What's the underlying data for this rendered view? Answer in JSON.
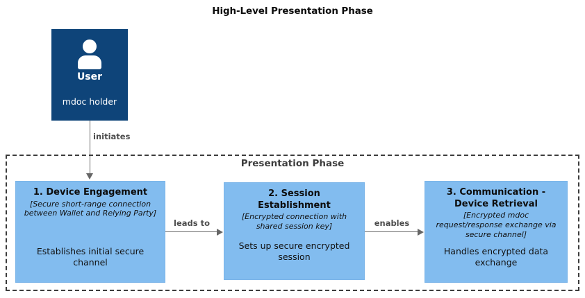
{
  "diagram": {
    "title": "High-Level Presentation Phase",
    "actor": {
      "icon": "person-icon",
      "name": "User",
      "role": "mdoc holder"
    },
    "initiates_label": "initiates",
    "phase": {
      "title": "Presentation Phase",
      "steps": [
        {
          "title": "1. Device Engagement",
          "note": "[Secure short-range connection between Wallet and Relying Party]",
          "desc": "Establishes initial secure channel"
        },
        {
          "title": "2. Session Establishment",
          "note": "[Encrypted connection with shared session key]",
          "desc": "Sets up secure encrypted session"
        },
        {
          "title": "3. Communication - Device Retrieval",
          "note": "[Encrypted mdoc request/response exchange via secure channel]",
          "desc": "Handles encrypted data exchange"
        }
      ],
      "connectors": [
        {
          "label": "leads to"
        },
        {
          "label": "enables"
        }
      ]
    },
    "colors": {
      "actor_fill": "#0e4479",
      "step_fill": "#82bcef",
      "step_border": "#7ab4e8",
      "container_border": "#3c3c3c",
      "connector": "#666666",
      "title_text": "#0d0d0d",
      "phase_title_text": "#3d3d3d"
    }
  }
}
